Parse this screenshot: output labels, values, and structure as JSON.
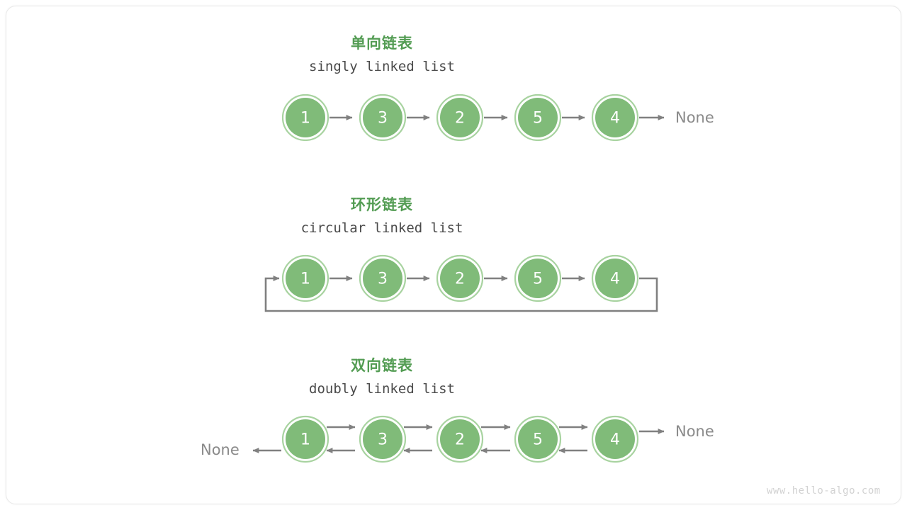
{
  "page": {
    "background": "#ffffff",
    "card_border": "#e8e8e8",
    "watermark": "www.hello-algo.com"
  },
  "style": {
    "node_fill": "#80bb79",
    "node_ring": "#a8d3a0",
    "node_text_color": "#ffffff",
    "arrow_color": "#808080",
    "title_color": "#539C53",
    "subtitle_color": "#4a4a4a",
    "none_color": "#8a8a8a"
  },
  "sections": [
    {
      "id": "singly",
      "title_cn": "单向链表",
      "title_en": "singly linked list",
      "nodes": [
        "1",
        "3",
        "2",
        "5",
        "4"
      ],
      "tail_label": "None",
      "head_label": "",
      "directions": "forward"
    },
    {
      "id": "circular",
      "title_cn": "环形链表",
      "title_en": "circular linked list",
      "nodes": [
        "1",
        "3",
        "2",
        "5",
        "4"
      ],
      "tail_label": "",
      "head_label": "",
      "directions": "forward-loop"
    },
    {
      "id": "doubly",
      "title_cn": "双向链表",
      "title_en": "doubly linked list",
      "nodes": [
        "1",
        "3",
        "2",
        "5",
        "4"
      ],
      "tail_label": "None",
      "head_label": "None",
      "directions": "bidirectional"
    }
  ]
}
